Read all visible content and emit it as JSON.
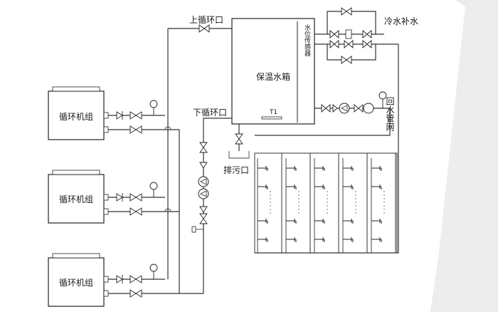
{
  "diagram": {
    "unit_label": "循环机组",
    "units_count": 3,
    "tank_label": "保温水箱",
    "level_sensor_label": "水位传感器",
    "tank_tag": "T1",
    "upper_loop_label": "上循环口",
    "lower_loop_label": "下循环口",
    "drain_label": "排污口",
    "cold_water_label": "冷水补水",
    "return_label": "回水管网"
  },
  "colors": {
    "background_left": "#ffffff",
    "background_right": "#eeeeee",
    "line": "#333333"
  }
}
